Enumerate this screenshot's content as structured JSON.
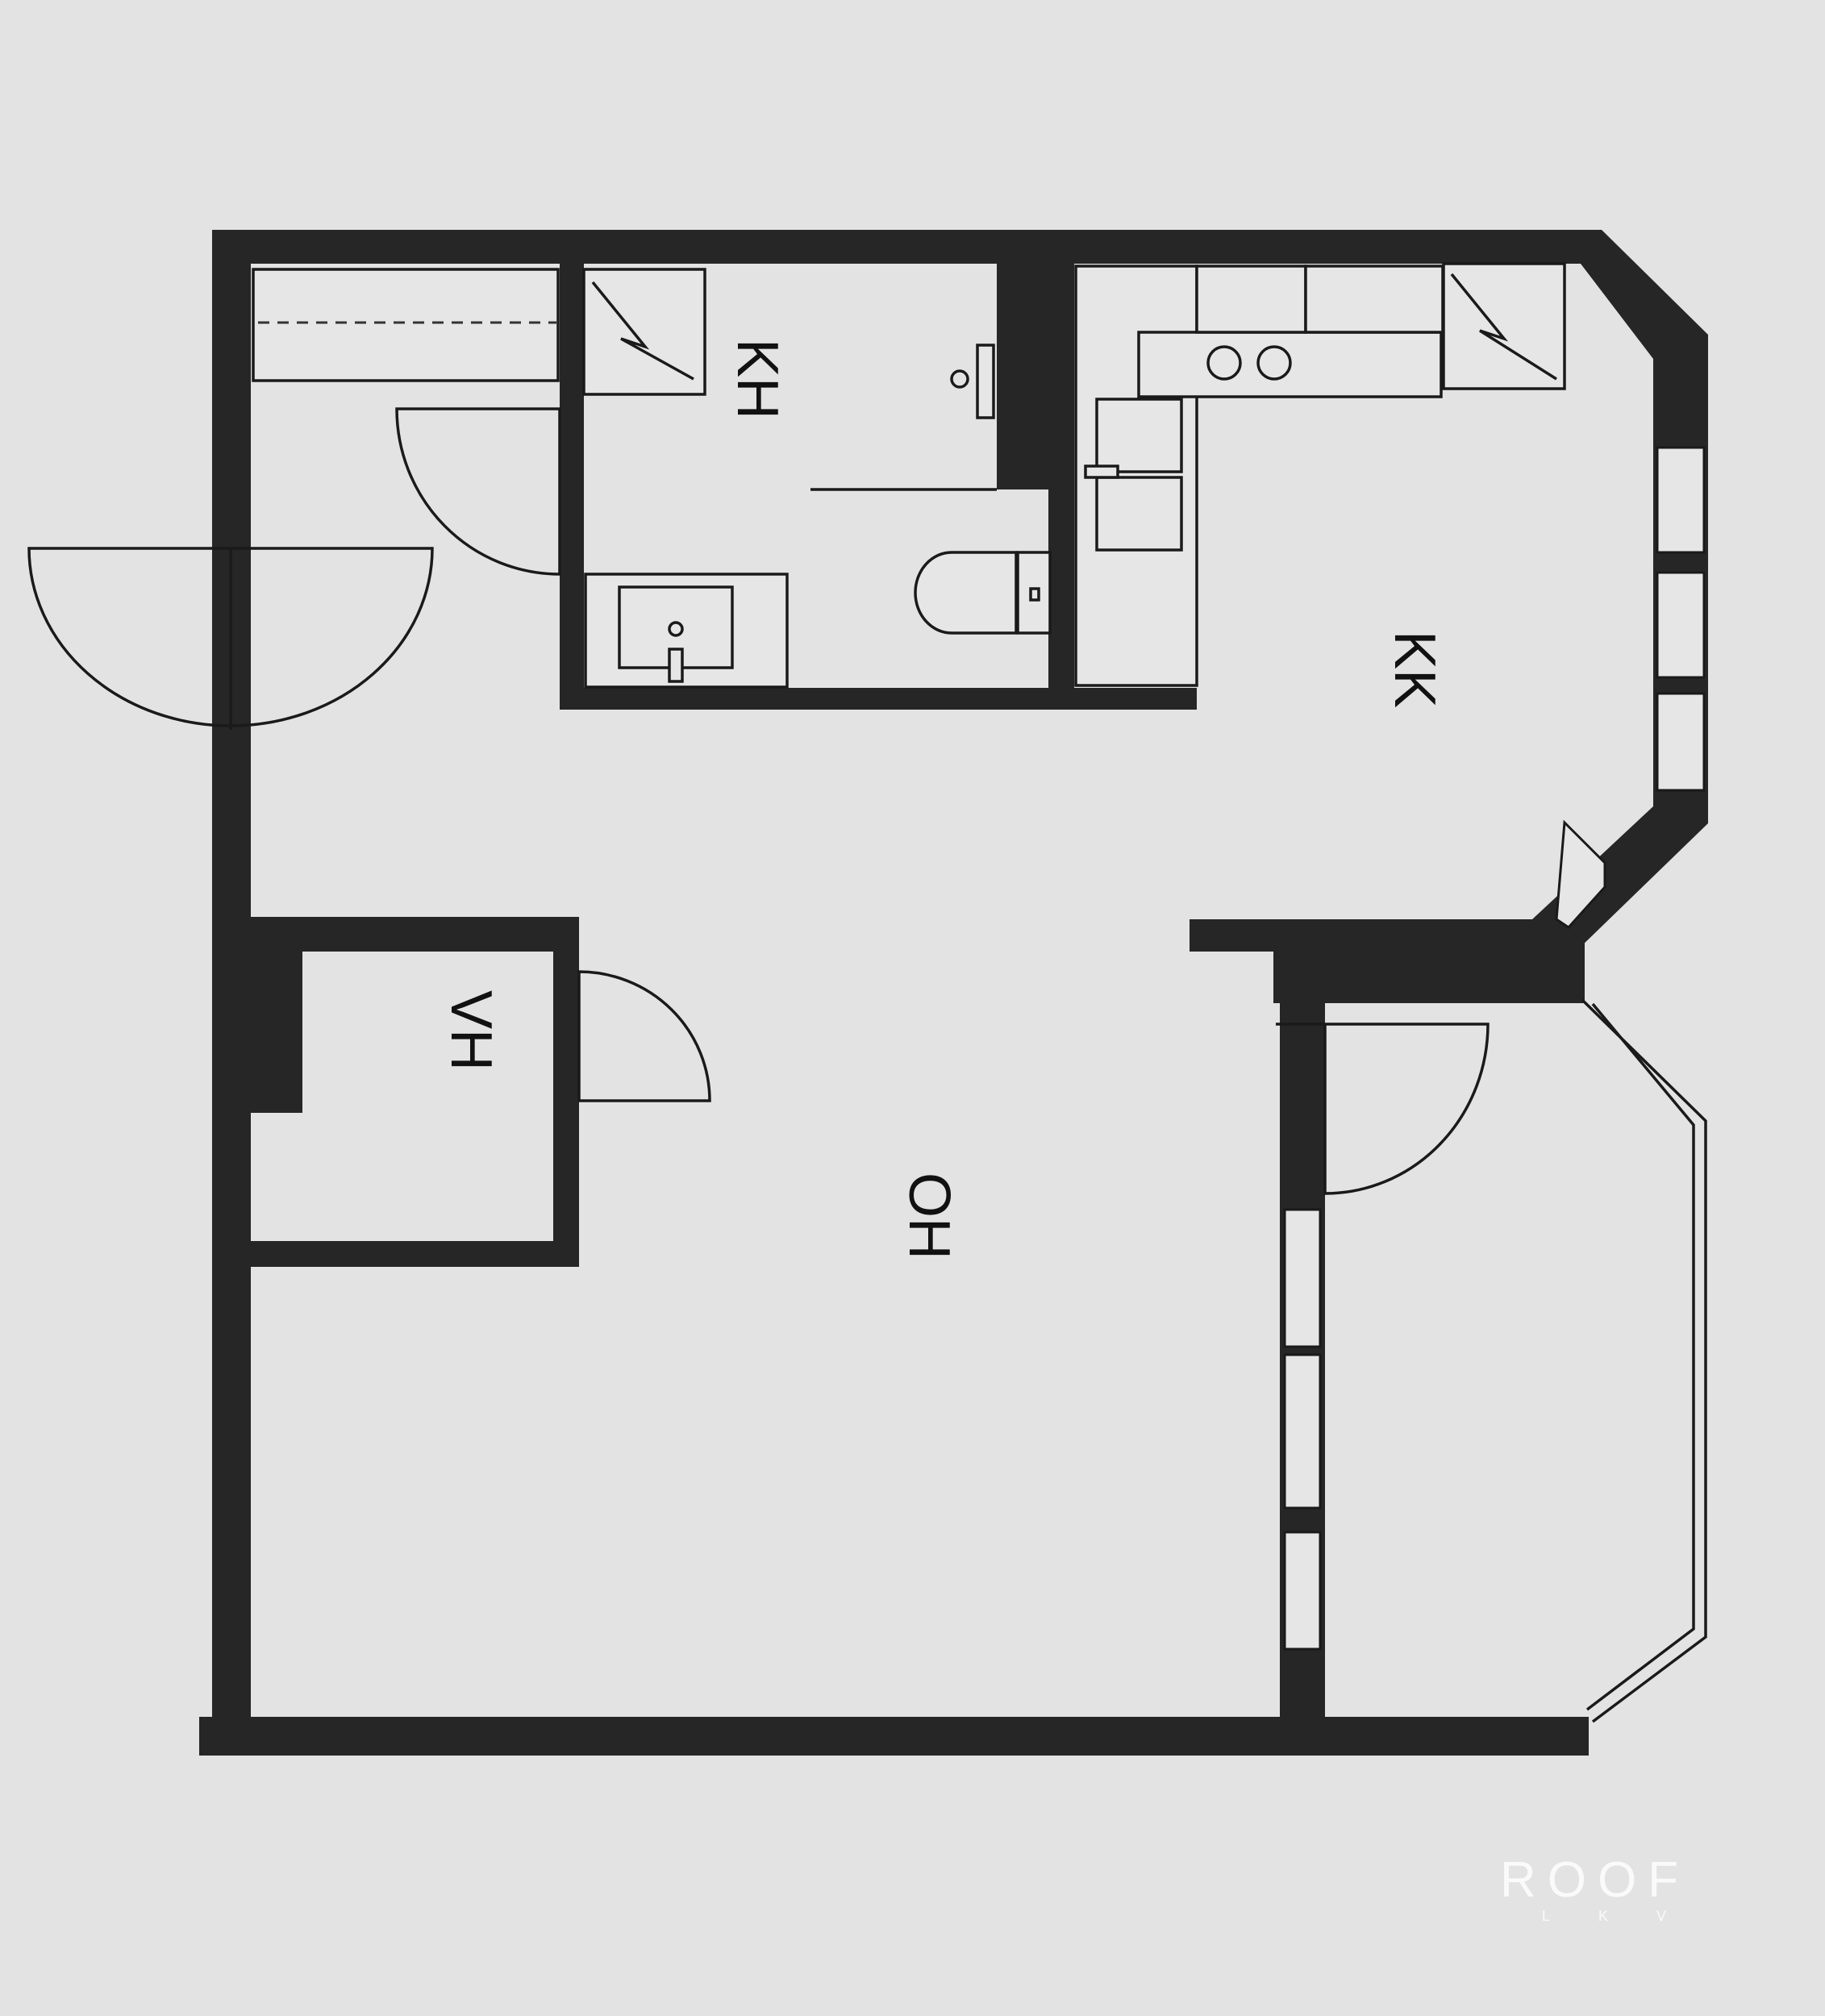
{
  "rooms": {
    "bathroom": "KH",
    "kitchen": "KK",
    "closet": "VH",
    "living_room": "OH"
  },
  "logo": {
    "main": "ROOF",
    "sub": "LKV"
  }
}
